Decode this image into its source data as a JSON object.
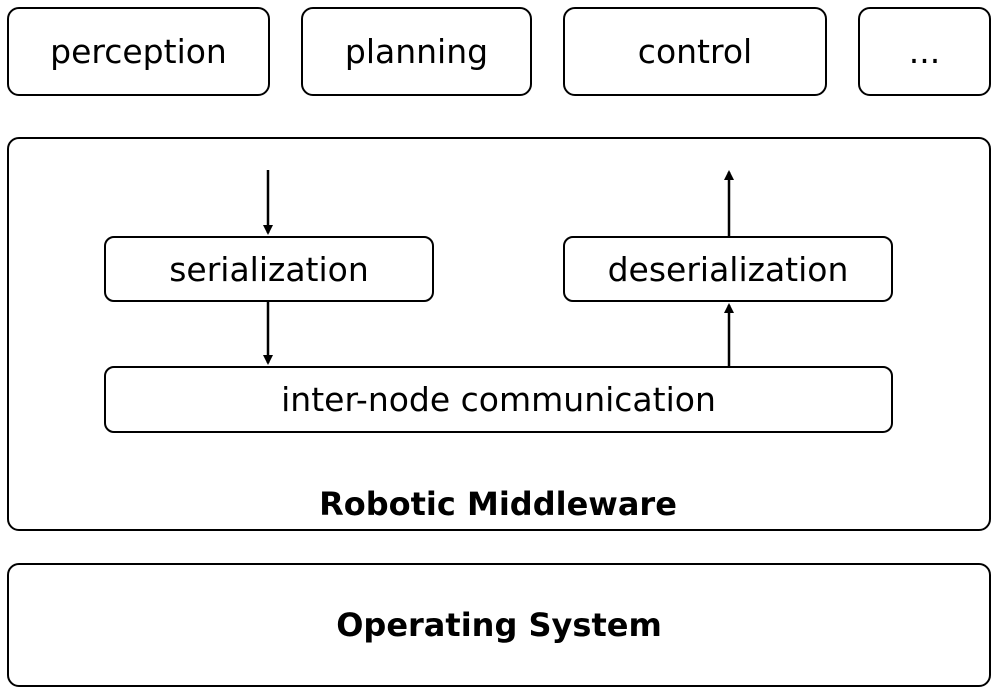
{
  "modules": [
    {
      "label": "perception"
    },
    {
      "label": "planning"
    },
    {
      "label": "control"
    },
    {
      "label": "..."
    }
  ],
  "middleware": {
    "title": "Robotic Middleware",
    "serialization": "serialization",
    "deserialization": "deserialization",
    "communication": "inter-node communication"
  },
  "os": {
    "title": "Operating System"
  },
  "colors": {
    "stroke": "#000000",
    "background": "#ffffff"
  }
}
